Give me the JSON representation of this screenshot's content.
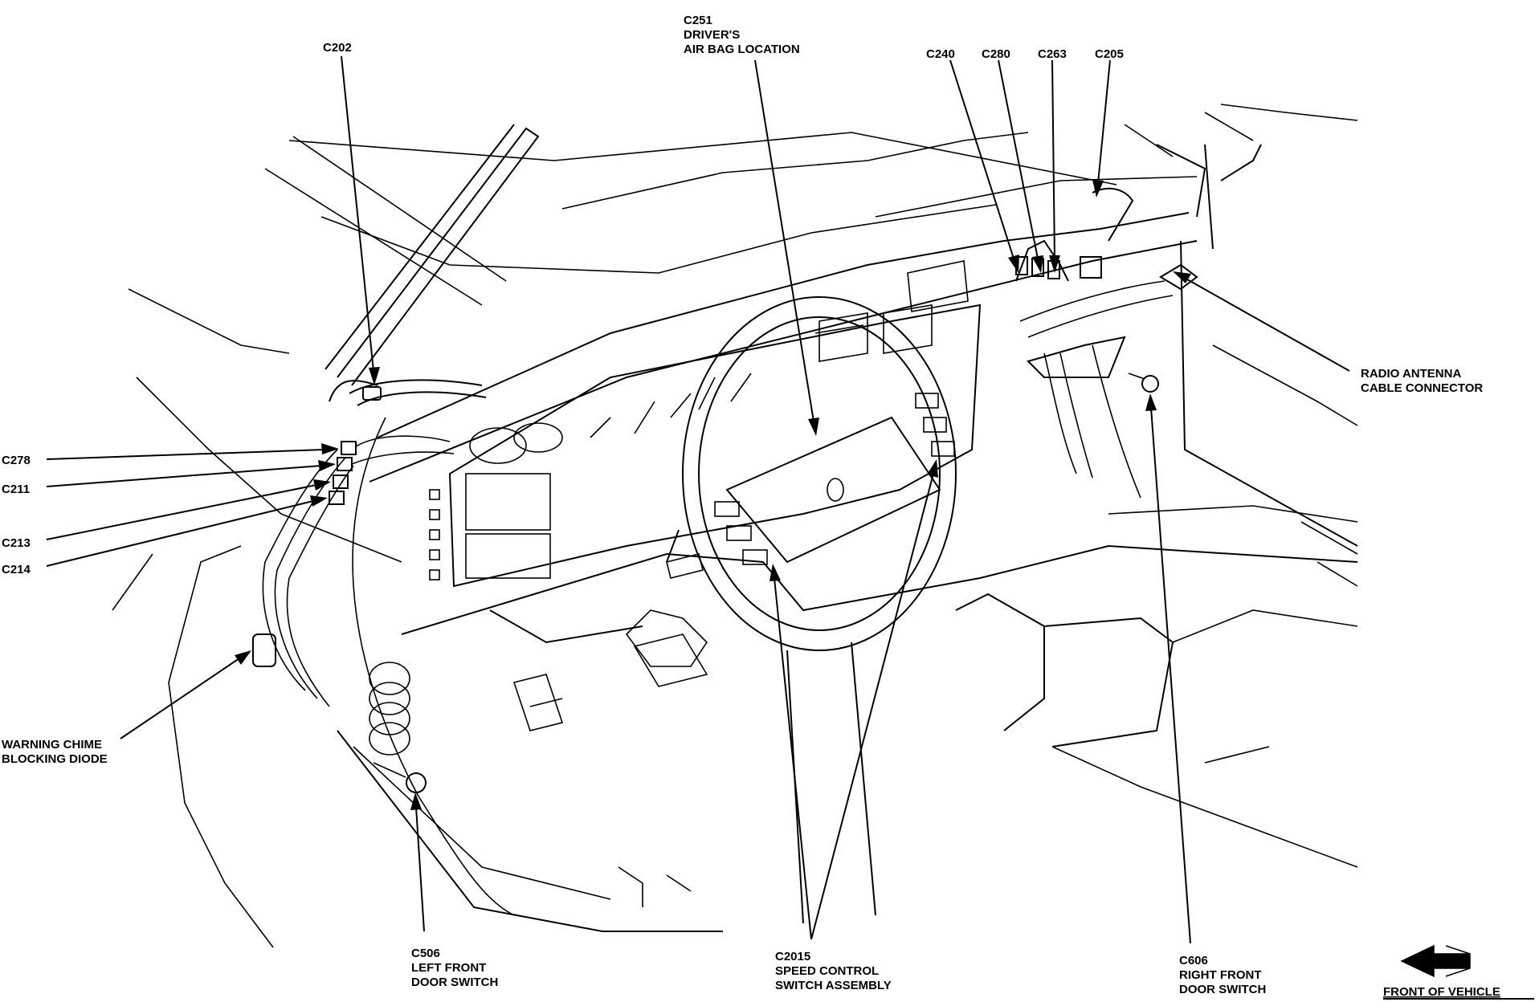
{
  "callouts": {
    "c202": "C202",
    "c251": [
      "C251",
      "DRIVER'S",
      "AIR BAG LOCATION"
    ],
    "c240": "C240",
    "c280": "C280",
    "c263": "C263",
    "c205": "C205",
    "radio": [
      "RADIO ANTENNA",
      "CABLE CONNECTOR"
    ],
    "c278": "C278",
    "c211": "C211",
    "c213": "C213",
    "c214": "C214",
    "chime": [
      "WARNING CHIME",
      "BLOCKING DIODE"
    ],
    "c506": [
      "C506",
      "LEFT FRONT",
      "DOOR SWITCH"
    ],
    "c2015": [
      "C2015",
      "SPEED CONTROL",
      "SWITCH ASSEMBLY"
    ],
    "c606": [
      "C606",
      "RIGHT FRONT",
      "DOOR SWITCH"
    ],
    "front": "FRONT OF VEHICLE"
  }
}
